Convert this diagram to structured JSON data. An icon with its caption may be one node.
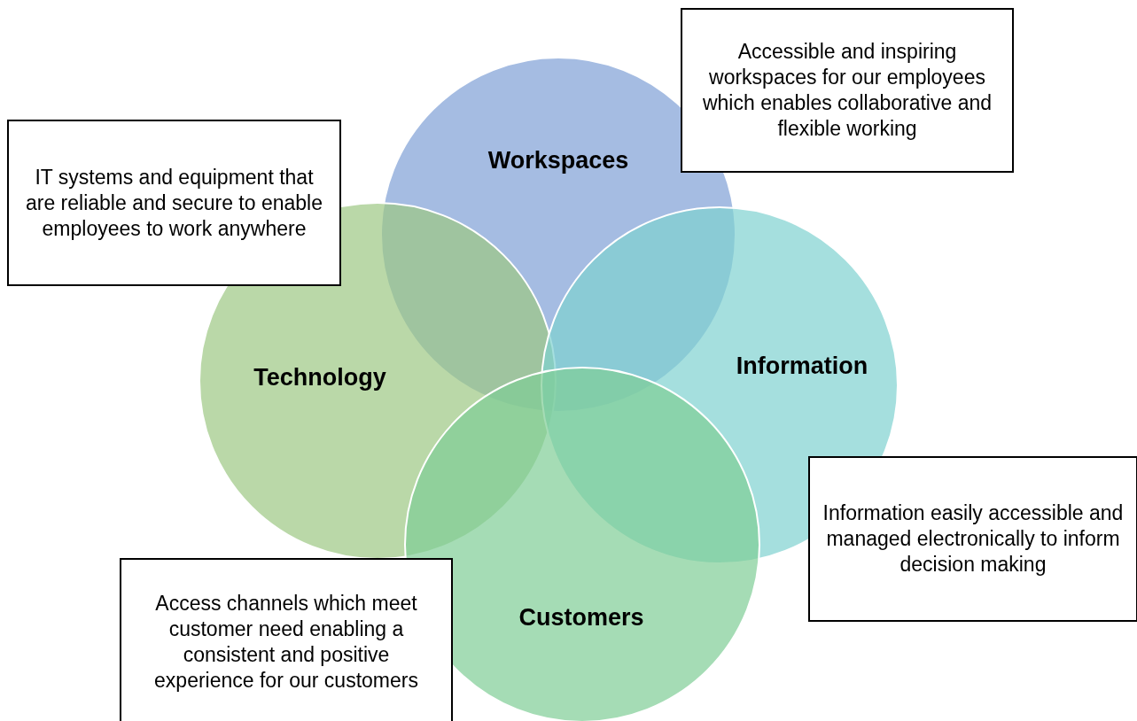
{
  "diagram": {
    "nodes": [
      {
        "text": [
          "Accessible and inspiring workspaces for our employees which enables collaborative and flexible working"
        ]
      },
      {
        "text": [
          "Workspaces"
        ]
      },
      {
        "text": [
          "IT systems and equipment that are reliable and secure to enable employees to work anywhere"
        ]
      },
      {
        "text": [
          "Technology"
        ]
      },
      {
        "text": [
          "Information"
        ]
      },
      {
        "text": [
          "Information easily accessible and managed electronically to inform decision making"
        ]
      },
      {
        "text": [
          "Access channels which meet customer need enabling a consistent and positive experience for our customers"
        ]
      },
      {
        "text": [
          "Customers"
        ]
      }
    ],
    "edges": []
  }
}
